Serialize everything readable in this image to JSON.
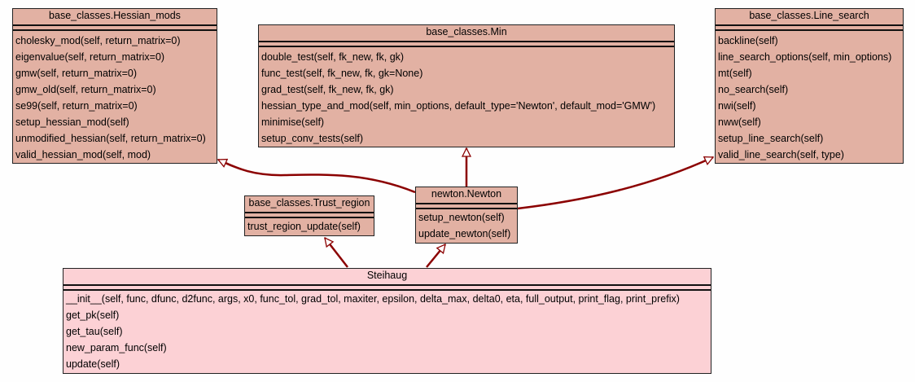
{
  "diagram": {
    "classes": {
      "hessian_mods": {
        "name": "base_classes.Hessian_mods",
        "methods": [
          "cholesky_mod(self, return_matrix=0)",
          "eigenvalue(self, return_matrix=0)",
          "gmw(self, return_matrix=0)",
          "gmw_old(self, return_matrix=0)",
          "se99(self, return_matrix=0)",
          "setup_hessian_mod(self)",
          "unmodified_hessian(self, return_matrix=0)",
          "valid_hessian_mod(self, mod)"
        ]
      },
      "min": {
        "name": "base_classes.Min",
        "methods": [
          "double_test(self, fk_new, fk, gk)",
          "func_test(self, fk_new, fk, gk=None)",
          "grad_test(self, fk_new, fk, gk)",
          "hessian_type_and_mod(self, min_options, default_type='Newton', default_mod='GMW')",
          "minimise(self)",
          "setup_conv_tests(self)"
        ]
      },
      "line_search": {
        "name": "base_classes.Line_search",
        "methods": [
          "backline(self)",
          "line_search_options(self, min_options)",
          "mt(self)",
          "no_search(self)",
          "nwi(self)",
          "nww(self)",
          "setup_line_search(self)",
          "valid_line_search(self, type)"
        ]
      },
      "trust_region": {
        "name": "base_classes.Trust_region",
        "methods": [
          "trust_region_update(self)"
        ]
      },
      "newton": {
        "name": "newton.Newton",
        "methods": [
          "setup_newton(self)",
          "update_newton(self)"
        ]
      },
      "steihaug": {
        "name": "Steihaug",
        "methods": [
          "__init__(self, func, dfunc, d2func, args, x0, func_tol, grad_tol, maxiter, epsilon, delta_max, delta0, eta, full_output, print_flag, print_prefix)",
          "get_pk(self)",
          "get_tau(self)",
          "new_param_func(self)",
          "update(self)"
        ]
      }
    },
    "inheritance": [
      {
        "child": "newton.Newton",
        "parent": "base_classes.Hessian_mods"
      },
      {
        "child": "newton.Newton",
        "parent": "base_classes.Min"
      },
      {
        "child": "newton.Newton",
        "parent": "base_classes.Line_search"
      },
      {
        "child": "Steihaug",
        "parent": "base_classes.Trust_region"
      },
      {
        "child": "Steihaug",
        "parent": "newton.Newton"
      }
    ],
    "colors": {
      "edge": "#8b0000",
      "class_fill": "#e2b1a3",
      "leaf_fill": "#fcd1d5"
    }
  }
}
